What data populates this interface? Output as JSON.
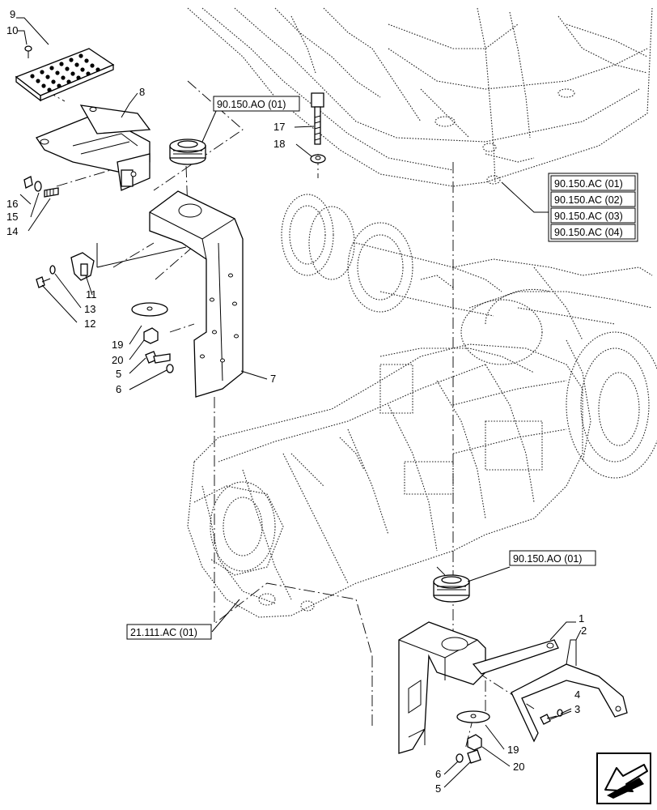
{
  "part_numbers": {
    "p1": "1",
    "p2": "2",
    "p3": "3",
    "p4": "4",
    "p5_upper": "5",
    "p5_lower": "5",
    "p6_upper": "6",
    "p6_lower": "6",
    "p7": "7",
    "p8": "8",
    "p9": "9",
    "p10": "10",
    "p11": "11",
    "p12": "12",
    "p13": "13",
    "p14": "14",
    "p15": "15",
    "p16": "16",
    "p17": "17",
    "p18": "18",
    "p19_upper": "19",
    "p19_lower": "19",
    "p20_upper": "20",
    "p20_lower": "20"
  },
  "references": {
    "ao_upper": "90.150.AO (01)",
    "ao_lower": "90.150.AO (01)",
    "ac_01": "90.150.AC (01)",
    "ac_02": "90.150.AC (02)",
    "ac_03": "90.150.AC (03)",
    "ac_04": "90.150.AC (04)",
    "transmission": "21.111.AC (01)"
  },
  "colors": {
    "ink": "#000000",
    "paper": "#ffffff"
  },
  "icons": {
    "navigation": "return-arrow-icon"
  }
}
